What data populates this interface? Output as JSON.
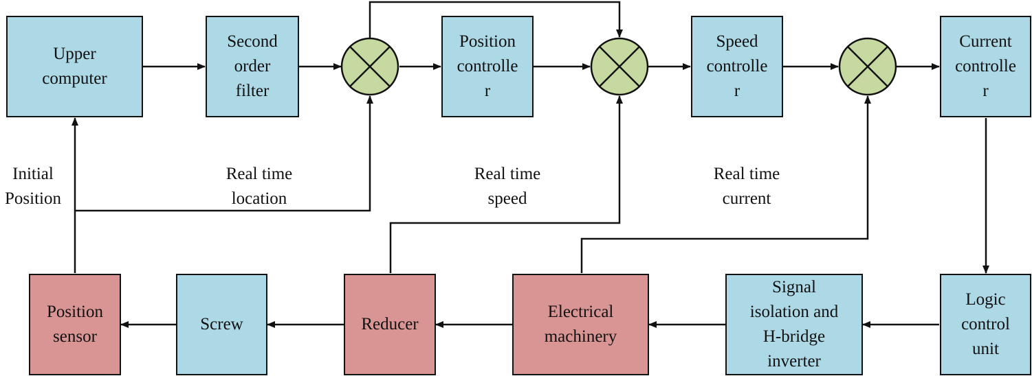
{
  "blocks": {
    "upper_computer": "Upper\ncomputer",
    "second_order_filter": "Second\norder\nfilter",
    "position_controller": "Position\ncontrolle\nr",
    "speed_controller": "Speed\ncontrolle\nr",
    "current_controller": "Current\ncontrolle\nr",
    "logic_control_unit": "Logic\ncontrol\nunit",
    "signal_isolation": "Signal\nisolation and\nH-bridge\ninverter",
    "electrical_machinery": "Electrical\nmachinery",
    "reducer": "Reducer",
    "screw": "Screw",
    "position_sensor": "Position\nsensor"
  },
  "labels": {
    "initial_position": "Initial\nPosition",
    "real_time_location": "Real time\nlocation",
    "real_time_speed": "Real time\nspeed",
    "real_time_current": "Real time\ncurrent"
  },
  "colors": {
    "controller_block": "#add8e6",
    "plant_block": "#d99594",
    "summing_junction": "#c6d9a0",
    "line": "#111111"
  }
}
